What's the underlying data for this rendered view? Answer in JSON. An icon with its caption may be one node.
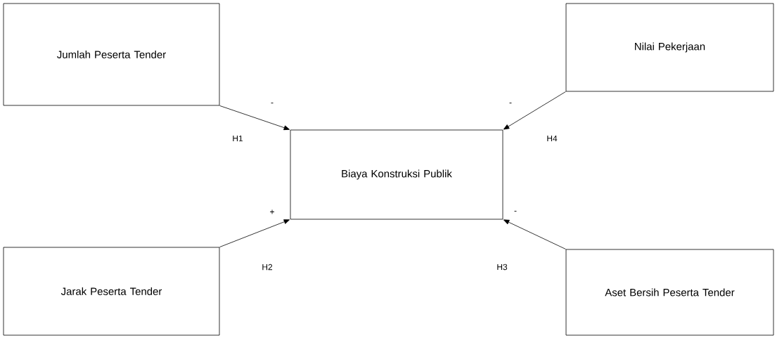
{
  "diagram": {
    "nodes": [
      {
        "text": [
          "Jumlah Peserta Tender"
        ]
      },
      {
        "text": [
          "Nilai Pekerjaan"
        ]
      },
      {
        "text": [
          "Biaya Konstruksi Publik"
        ]
      },
      {
        "text": [
          "Jarak Peserta Tender"
        ]
      },
      {
        "text": [
          "Aset Bersih Peserta Tender"
        ]
      }
    ],
    "edges": [
      {
        "from": 0,
        "to": 2,
        "arrow": "to",
        "label": "H1"
      },
      {
        "from": 1,
        "to": 2,
        "arrow": "to",
        "label": "H4"
      },
      {
        "from": 3,
        "to": 2,
        "arrow": "to",
        "label": "H2"
      },
      {
        "from": 4,
        "to": 2,
        "arrow": "to",
        "label": "H3"
      }
    ],
    "labels": [
      "-",
      "-",
      "+",
      "-"
    ]
  }
}
